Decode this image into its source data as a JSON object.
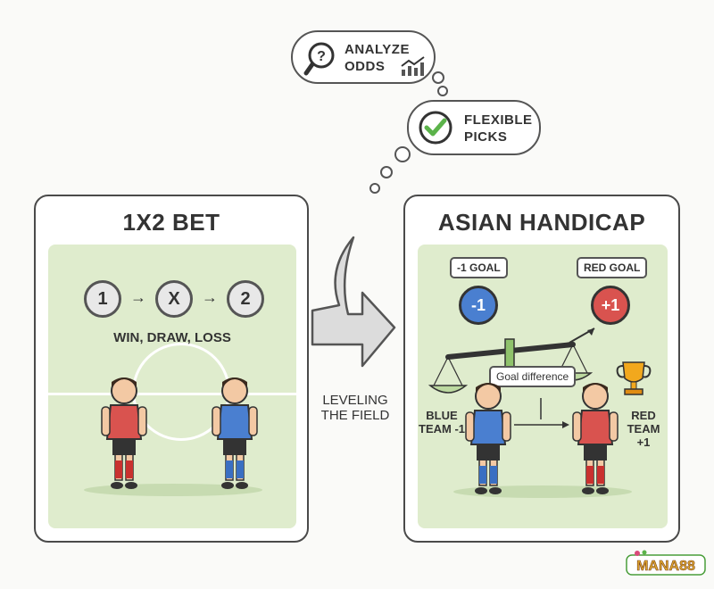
{
  "thought": {
    "analyze_label": "ANALYZE\nODDS",
    "flexible_label": "FLEXIBLE\nPICKS"
  },
  "left_panel": {
    "title": "1X2 BET",
    "steps": [
      "1",
      "X",
      "2"
    ],
    "arrow": "→",
    "caption": "WIN, DRAW, LOSS"
  },
  "center": {
    "caption": "LEVELING\nTHE FIELD"
  },
  "right_panel": {
    "title": "ASIAN HANDICAP",
    "minus_tag": "-1 GOAL",
    "plus_tag": "RED GOAL",
    "minus_badge": "-1",
    "plus_badge": "+1",
    "goal_diff": "Goal difference",
    "blue_team": "BLUE\nTEAM -1",
    "red_team": "RED\nTEAM +1"
  },
  "watermark": {
    "brand": "MANA88"
  },
  "colors": {
    "field": "#dfeccd",
    "blue": "#4a7fd0",
    "red": "#d9534f",
    "check": "#5bb34a",
    "trophy": "#f2a81d"
  }
}
